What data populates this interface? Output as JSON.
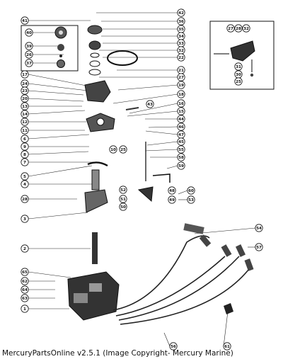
{
  "footer": "MercuryPartsOnline v2.5.1 (Image Copyright- Mercury Marine)",
  "callouts": {
    "left": [
      "41",
      "40",
      "39",
      "26",
      "37",
      "17",
      "24",
      "23",
      "20",
      "13",
      "14",
      "12",
      "11",
      "6",
      "9",
      "8",
      "7",
      "5",
      "4",
      "28",
      "3",
      "2",
      "65",
      "62",
      "64",
      "63",
      "1"
    ],
    "right": [
      "42",
      "36",
      "35",
      "34",
      "33",
      "32",
      "22",
      "21",
      "27",
      "19",
      "18",
      "16",
      "15",
      "44",
      "46",
      "47",
      "45",
      "55",
      "58",
      "59",
      "60",
      "53",
      "54",
      "57",
      "56",
      "61"
    ],
    "inset": [
      "27",
      "28",
      "32",
      "31",
      "30",
      "25"
    ],
    "lower": [
      "10",
      "25",
      "43",
      "52",
      "51",
      "50",
      "49",
      "48"
    ]
  }
}
